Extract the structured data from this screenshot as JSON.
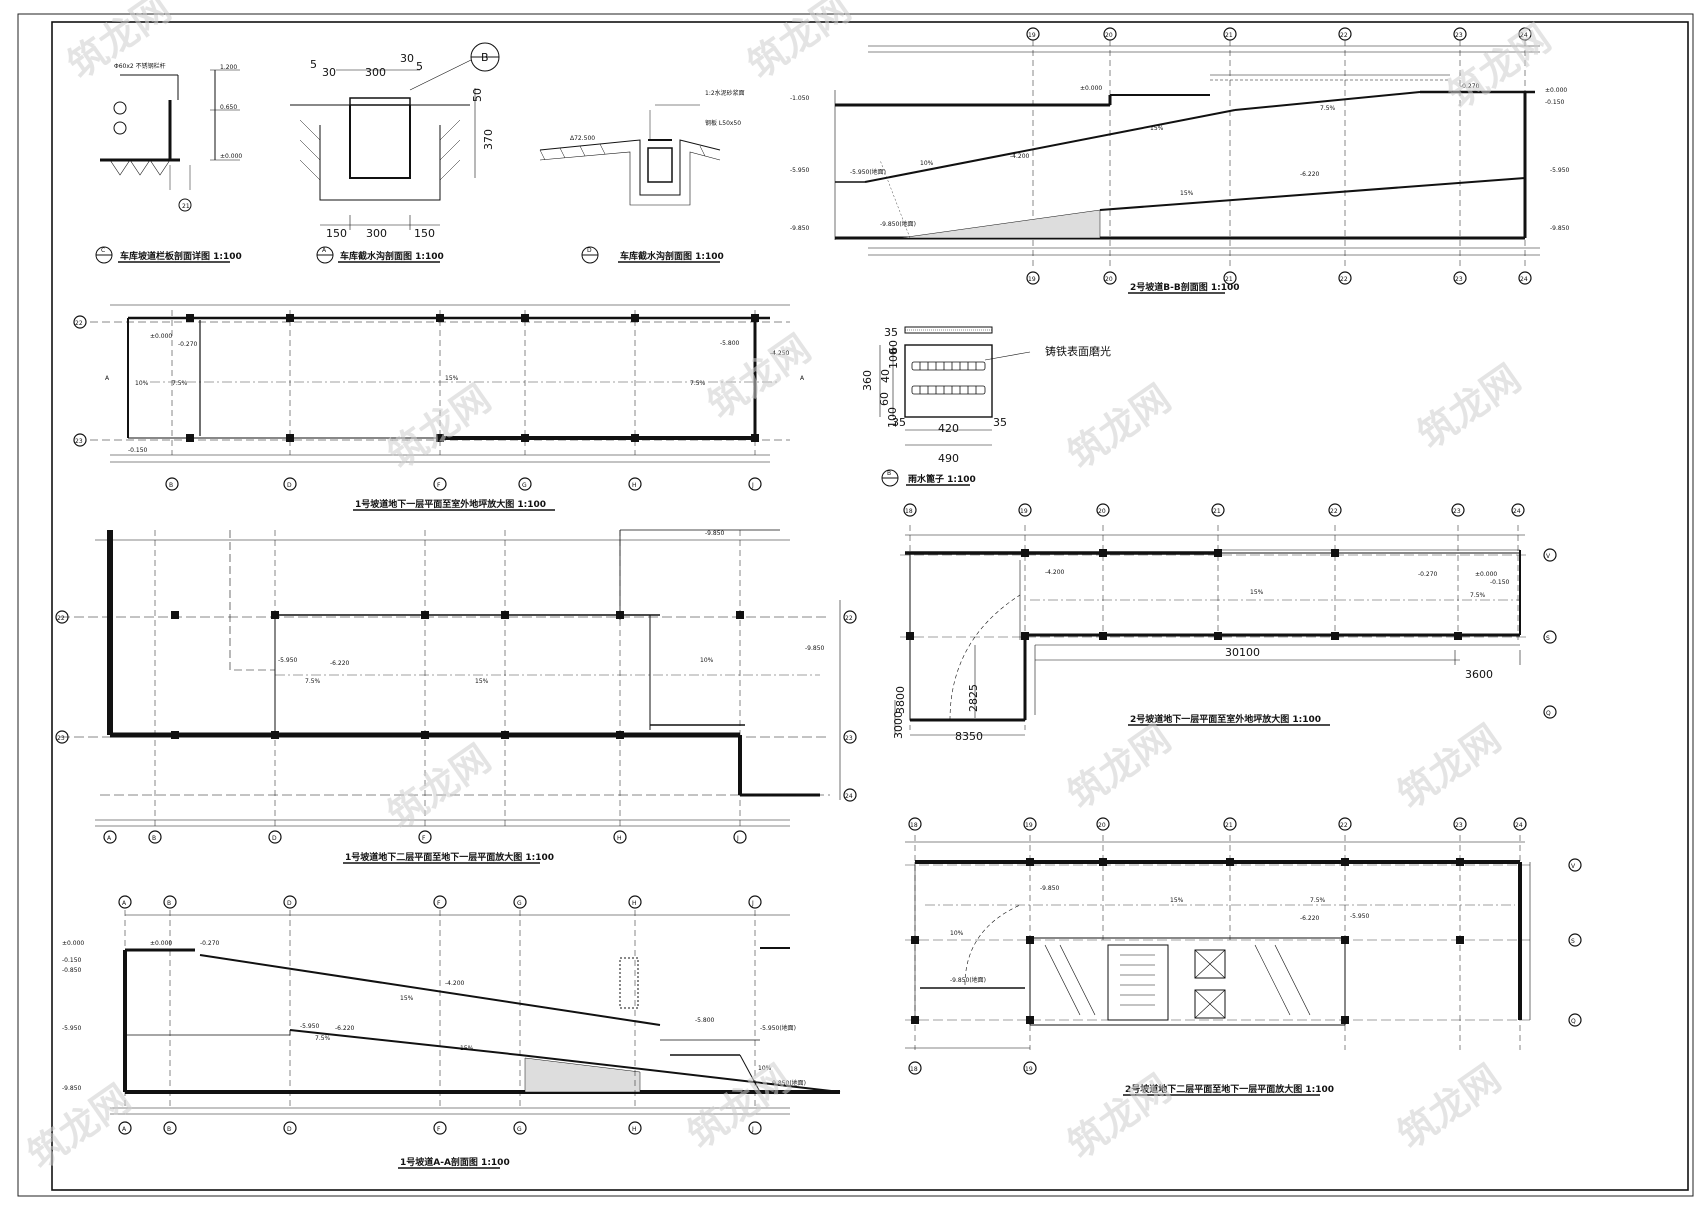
{
  "watermark": "筑龙网",
  "titles": {
    "c_detail": "车库坡道栏板剖面详图  1:100",
    "a_trench": "车库截水沟剖面图  1:100",
    "d_trench": "车库截水沟剖面图  1:100",
    "ramp2_bb": "2号坡道B-B剖面图  1:100",
    "ramp1_b1": "1号坡道地下一层平面至室外地坪放大图  1:100",
    "grate": "雨水篦子  1:100",
    "ramp1_b2": "1号坡道地下二层平面至地下一层平面放大图  1:100",
    "ramp2_b1": "2号坡道地下一层平面至室外地坪放大图  1:100",
    "ramp1_aa": "1号坡道A-A剖面图  1:100",
    "ramp2_b2": "2号坡道地下二层平面至地下一层平面放大图  1:100"
  },
  "section_marks": {
    "c": "C",
    "a": "A",
    "d": "D",
    "b": "B"
  },
  "trench_dims": {
    "top5a": "5",
    "top5b": "5",
    "top30a": "30",
    "top30b": "30",
    "w300": "300",
    "h50": "50",
    "h370": "370",
    "b150a": "150",
    "b300": "300",
    "b150b": "150"
  },
  "grate": {
    "note": "铸铁表面磨光",
    "d35": "35",
    "d360": "360",
    "d40": "40",
    "d100a": "100",
    "d60": "60",
    "d100b": "100",
    "d60b": "60",
    "w420": "420",
    "w35a": "35",
    "w35b": "35",
    "w490": "490"
  },
  "ramp2_plan_dims": {
    "d30100": "30100",
    "d3600": "3600",
    "d8350": "8350",
    "d2825": "2825",
    "d3000": "3000",
    "d3800": "3800"
  },
  "elevations": {
    "e0": "±0.000",
    "e1": "-0.150",
    "e2": "-5.950",
    "e3": "-9.850",
    "e4": "-0.270",
    "e5": "-0.850",
    "e6": "-1.050",
    "e7": "-4.200",
    "e8": "-6.220",
    "e9": "-5.800",
    "e10": "-4.250",
    "e11": "-9.850(地面)",
    "e12": "-5.950(地面)"
  },
  "slopes": {
    "s15": "15%",
    "s75": "7.5%",
    "s10": "10%"
  },
  "grid_ramp1": [
    "A",
    "B",
    "D",
    "F",
    "G",
    "H",
    "J"
  ],
  "grid_ramp2": [
    "18",
    "19",
    "20",
    "21",
    "22",
    "23",
    "24"
  ],
  "grid_rows_ramp1": [
    "22",
    "23",
    "24"
  ],
  "grid_rows_ramp2": [
    "V",
    "S",
    "Q"
  ]
}
